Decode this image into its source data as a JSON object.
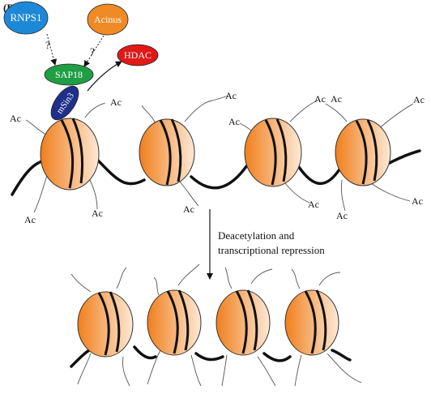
{
  "panel_label": "(B)",
  "proteins": {
    "rnps1": {
      "label": "RNPS1",
      "color": "#1e88d8"
    },
    "acinus": {
      "label": "Acinus",
      "color": "#ef8a24"
    },
    "sap18": {
      "label": "SAP18",
      "color": "#1f9e45"
    },
    "msin3": {
      "label": "mSin3",
      "color": "#1f2f8a"
    },
    "hdac": {
      "label": "HDAC",
      "color": "#e01818"
    }
  },
  "question_marks": [
    "?",
    "?"
  ],
  "acetyl_label": "Ac",
  "arrow_caption": {
    "line1": "Deacetylation and",
    "line2": "transcriptional repression"
  },
  "colors": {
    "nucleosome_dark": "#f07f1c",
    "nucleosome_light": "#fde9d6",
    "dna": "#111111"
  }
}
